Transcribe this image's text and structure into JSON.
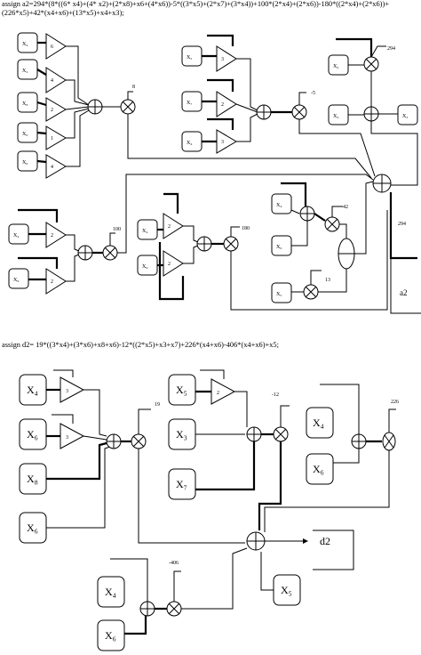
{
  "equations": {
    "eq1": "assign a2=294*(8*((6* x4)+(4* x2)+(2*x8)+x6+(4*x6))-5*((3*x5)+(2*x7)+(3*x4))+100*(2*x4)+(2*x6))-180*((2*x4)+(2*x6))+(226*x5)+42*(x4+x6)+(13*x5)+x4+x3);",
    "eq2": "assign d2= 19*((3*x4)+(3*x6)+x8+x6)-12*((2*x5)+x3+x7)+226*(x4+x6)-406*(x4+x6)+x5;"
  },
  "top": {
    "col1_inputs": [
      "X₄",
      "X₂",
      "X₈",
      "X₆",
      "X₆"
    ],
    "col1_gains": [
      "6",
      "4",
      "2",
      "1",
      "4"
    ],
    "mult8": "8",
    "col2_inputs": [
      "X₅",
      "X₇",
      "X₄"
    ],
    "col2_gains": [
      "3",
      "2",
      "3"
    ],
    "mult_m5": "-5",
    "k294": "294",
    "k294_inputs": [
      "X₄",
      "X₄",
      "X₃"
    ],
    "row2_inputs": [
      "X₄",
      "X₆"
    ],
    "row2_gains": [
      "2",
      "2"
    ],
    "mult100": "100",
    "row2b_inputs": [
      "X₄",
      "X₆"
    ],
    "row2b_gains": [
      "2",
      "2"
    ],
    "mult180": "180",
    "right_inputs": [
      "X₄",
      "X₆",
      "X₅"
    ],
    "mult42": "42",
    "mult13": "13",
    "final_gain": "294",
    "output": "a2"
  },
  "bottom": {
    "col1_inputs": [
      "X₄",
      "X₆",
      "X₈",
      "X₆"
    ],
    "col1_gains": [
      "3",
      "3"
    ],
    "mult19": "19",
    "col2_inputs": [
      "X₅",
      "X₃",
      "X₇"
    ],
    "col2_gain": "2",
    "mult_m12": "-12",
    "right_inputs": [
      "X₄",
      "X₆"
    ],
    "mult226": "226",
    "lower_inputs": [
      "X₄",
      "X₆"
    ],
    "mult_m406": "-406",
    "x5_input": "X₅",
    "output": "d2"
  }
}
